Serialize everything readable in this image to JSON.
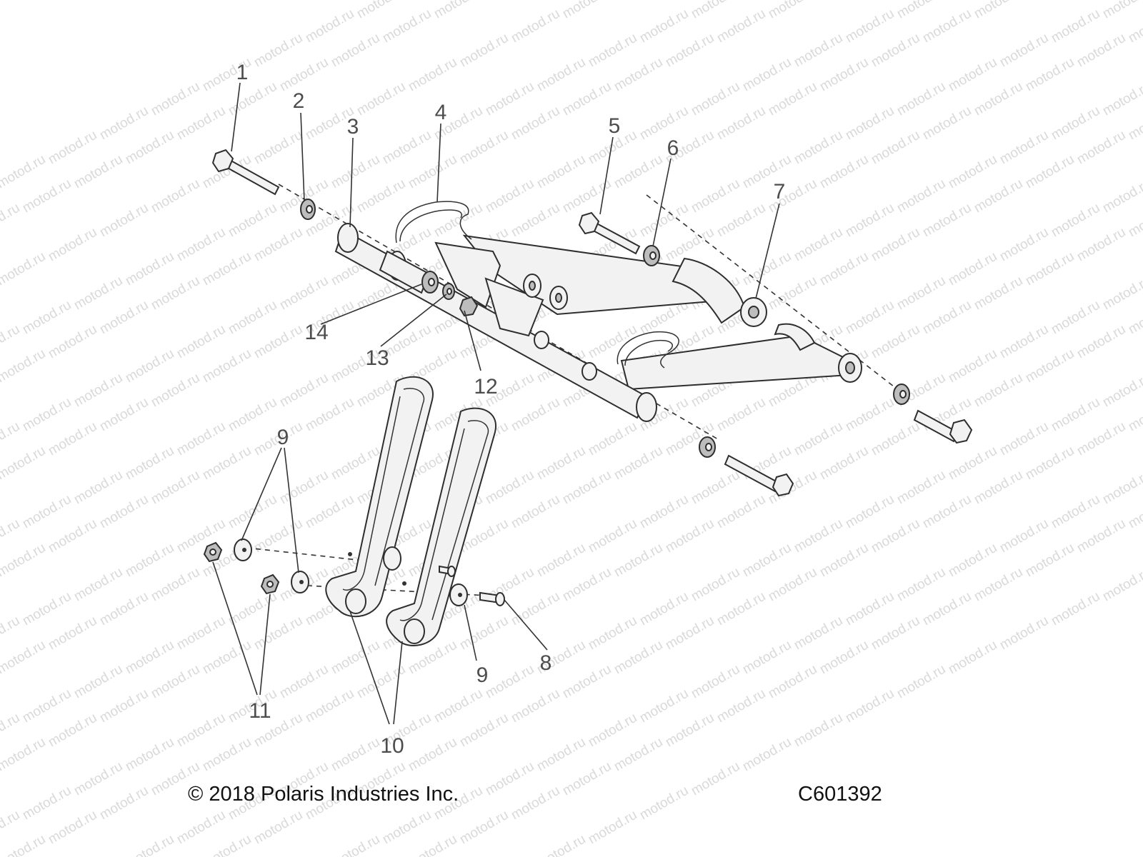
{
  "watermark": "motod.ru",
  "callouts": [
    "1",
    "2",
    "3",
    "4",
    "5",
    "6",
    "7",
    "8",
    "9",
    "9",
    "10",
    "11",
    "12",
    "13",
    "14"
  ],
  "footer": {
    "copyright": "© 2018 Polaris Industries Inc.",
    "diagram_code": "C601392"
  }
}
